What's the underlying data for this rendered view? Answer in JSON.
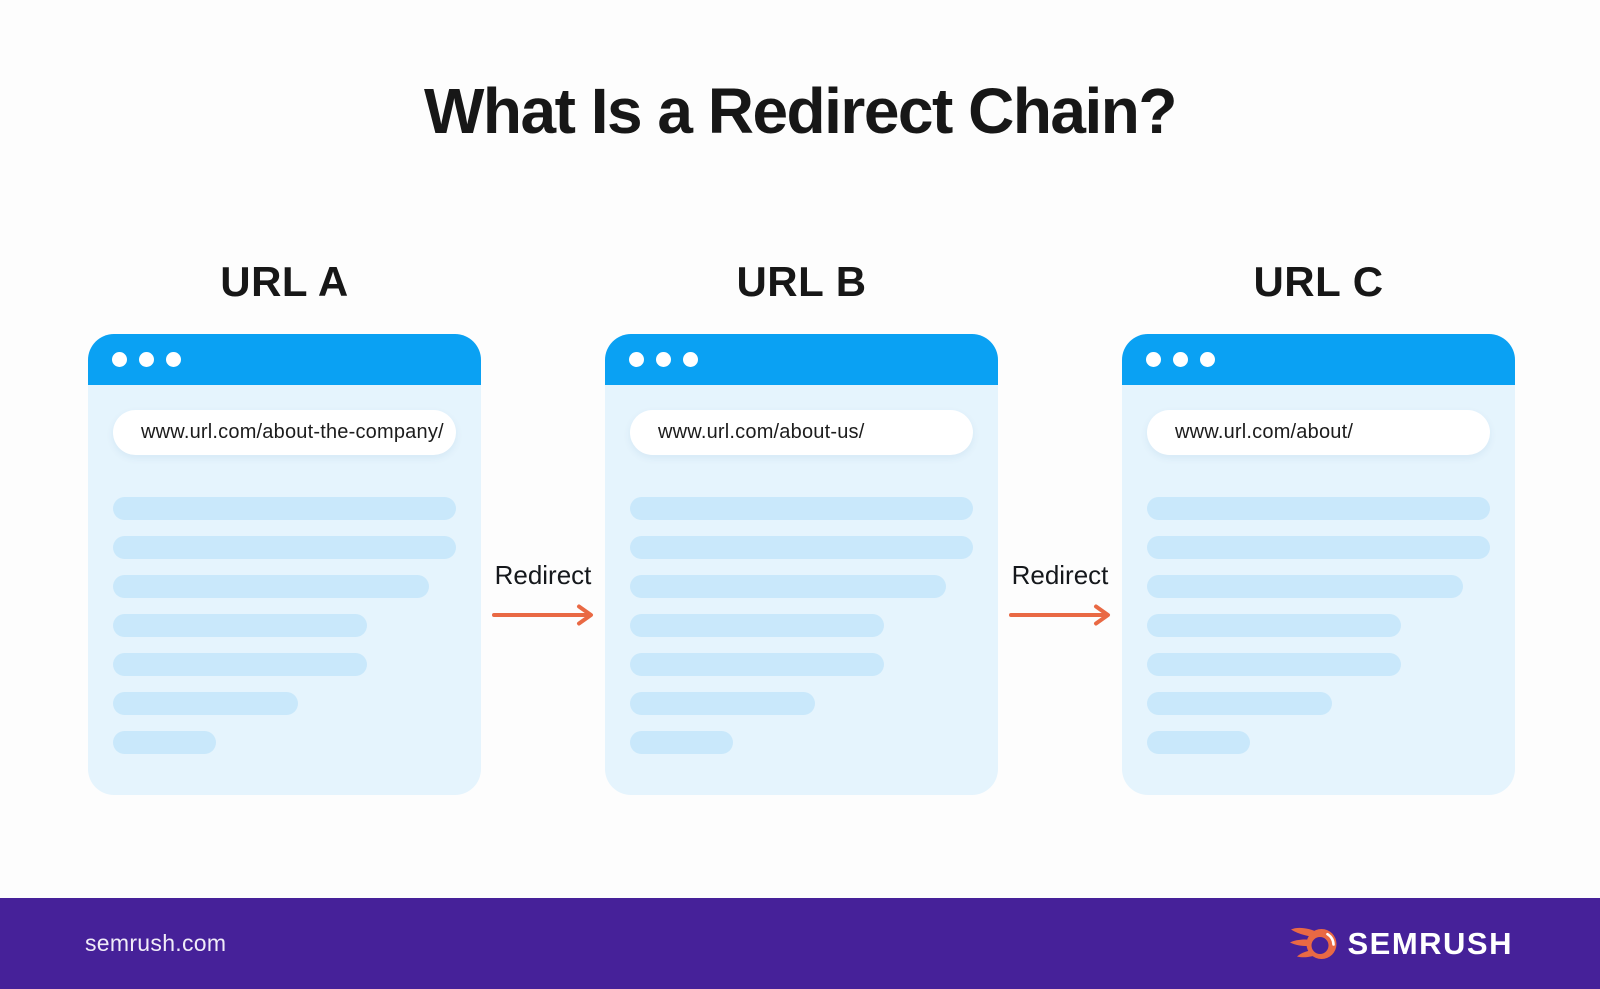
{
  "title": "What Is a Redirect Chain?",
  "colors": {
    "background": "#FDFDFD",
    "browser_bar": "#0AA1F3",
    "browser_body": "#E5F4FD",
    "skeleton_line": "#C9E8FB",
    "accent_orange": "#E96944",
    "footer_bg": "#462199",
    "text_dark": "#171717"
  },
  "browsers": [
    {
      "label": "URL A",
      "url": "www.url.com/about-the-company/",
      "lines": [
        100,
        100,
        92,
        74,
        74,
        54,
        30
      ]
    },
    {
      "label": "URL B",
      "url": "www.url.com/about-us/",
      "lines": [
        100,
        100,
        92,
        74,
        74,
        54,
        30
      ]
    },
    {
      "label": "URL C",
      "url": "www.url.com/about/",
      "lines": [
        100,
        100,
        92,
        74,
        74,
        54,
        30
      ]
    }
  ],
  "connectors": [
    {
      "label": "Redirect"
    },
    {
      "label": "Redirect"
    }
  ],
  "footer": {
    "site": "semrush.com",
    "brand": "SEMRUSH"
  }
}
